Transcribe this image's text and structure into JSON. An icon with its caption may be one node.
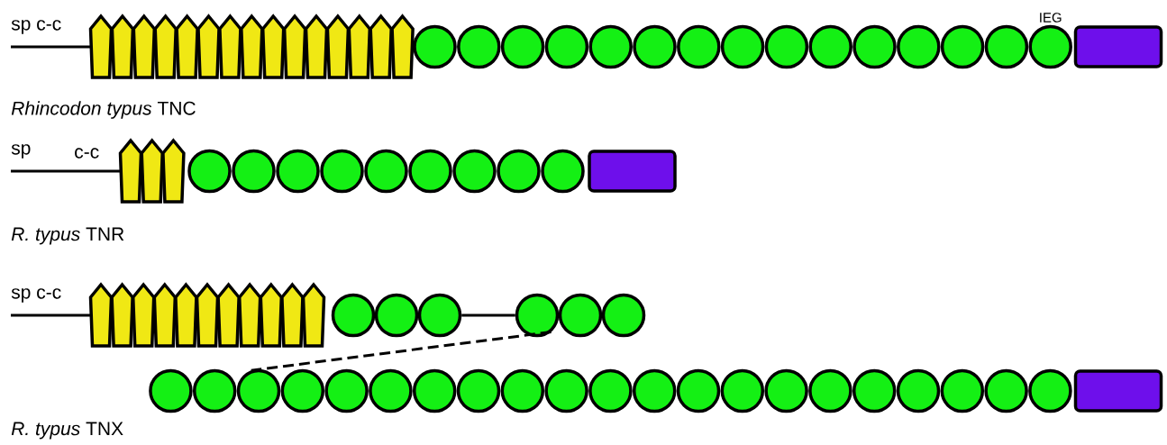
{
  "diagram": {
    "nodes": [
      {
        "text": [],
        "shape": "pentagon"
      },
      {
        "text": [],
        "shape": "pentagon"
      },
      {
        "text": [],
        "shape": "pentagon"
      },
      {
        "text": [],
        "shape": "pentagon"
      },
      {
        "text": [],
        "shape": "pentagon"
      },
      {
        "text": [],
        "shape": "pentagon"
      },
      {
        "text": [],
        "shape": "pentagon"
      },
      {
        "text": [],
        "shape": "pentagon"
      },
      {
        "text": [],
        "shape": "pentagon"
      },
      {
        "text": [],
        "shape": "pentagon"
      },
      {
        "text": [],
        "shape": "pentagon"
      },
      {
        "text": [],
        "shape": "pentagon"
      },
      {
        "text": [],
        "shape": "pentagon"
      },
      {
        "text": [],
        "shape": "pentagon"
      },
      {
        "text": [],
        "shape": "pentagon"
      },
      {
        "text": [],
        "shape": "circle"
      },
      {
        "text": [],
        "shape": "circle"
      },
      {
        "text": [],
        "shape": "circle"
      },
      {
        "text": [],
        "shape": "circle"
      },
      {
        "text": [],
        "shape": "circle"
      },
      {
        "text": [],
        "shape": "circle"
      },
      {
        "text": [],
        "shape": "circle"
      },
      {
        "text": [],
        "shape": "circle"
      },
      {
        "text": [],
        "shape": "circle"
      },
      {
        "text": [],
        "shape": "circle"
      },
      {
        "text": [],
        "shape": "circle"
      },
      {
        "text": [],
        "shape": "circle"
      },
      {
        "text": [],
        "shape": "circle"
      },
      {
        "text": [],
        "shape": "circle"
      },
      {
        "text": [],
        "shape": "circle",
        "beside": [
          "IEG"
        ]
      },
      {
        "text": [],
        "shape": "box"
      },
      {
        "text": [],
        "shape": "pentagon"
      },
      {
        "text": [],
        "shape": "pentagon"
      },
      {
        "text": [],
        "shape": "pentagon"
      },
      {
        "text": [],
        "shape": "circle"
      },
      {
        "text": [],
        "shape": "circle"
      },
      {
        "text": [],
        "shape": "circle"
      },
      {
        "text": [],
        "shape": "circle"
      },
      {
        "text": [],
        "shape": "circle"
      },
      {
        "text": [],
        "shape": "circle"
      },
      {
        "text": [],
        "shape": "circle"
      },
      {
        "text": [],
        "shape": "circle"
      },
      {
        "text": [],
        "shape": "circle"
      },
      {
        "text": [],
        "shape": "box"
      },
      {
        "text": [],
        "shape": "pentagon"
      },
      {
        "text": [],
        "shape": "pentagon"
      },
      {
        "text": [],
        "shape": "pentagon"
      },
      {
        "text": [],
        "shape": "pentagon"
      },
      {
        "text": [],
        "shape": "pentagon"
      },
      {
        "text": [],
        "shape": "pentagon"
      },
      {
        "text": [],
        "shape": "pentagon"
      },
      {
        "text": [],
        "shape": "pentagon"
      },
      {
        "text": [],
        "shape": "pentagon"
      },
      {
        "text": [],
        "shape": "pentagon"
      },
      {
        "text": [],
        "shape": "pentagon"
      },
      {
        "text": [],
        "shape": "circle"
      },
      {
        "text": [],
        "shape": "circle"
      },
      {
        "text": [],
        "shape": "circle"
      },
      {
        "text": [],
        "shape": "circle"
      },
      {
        "text": [],
        "shape": "circle"
      },
      {
        "text": [],
        "shape": "circle"
      },
      {
        "text": [],
        "shape": "circle"
      },
      {
        "text": [],
        "shape": "circle"
      },
      {
        "text": [],
        "shape": "circle"
      },
      {
        "text": [],
        "shape": "circle"
      },
      {
        "text": [],
        "shape": "circle"
      },
      {
        "text": [],
        "shape": "circle"
      },
      {
        "text": [],
        "shape": "circle"
      },
      {
        "text": [],
        "shape": "circle"
      },
      {
        "text": [],
        "shape": "circle"
      },
      {
        "text": [],
        "shape": "circle"
      },
      {
        "text": [],
        "shape": "circle"
      },
      {
        "text": [],
        "shape": "circle"
      },
      {
        "text": [],
        "shape": "circle"
      },
      {
        "text": [],
        "shape": "circle"
      },
      {
        "text": [],
        "shape": "circle"
      },
      {
        "text": [],
        "shape": "circle"
      },
      {
        "text": [],
        "shape": "circle"
      },
      {
        "text": [],
        "shape": "circle"
      },
      {
        "text": [],
        "shape": "circle"
      },
      {
        "text": [],
        "shape": "circle"
      },
      {
        "text": [],
        "shape": "circle"
      },
      {
        "text": [],
        "shape": "box"
      }
    ],
    "edges": [
      {
        "from": null,
        "to": 0,
        "arrow": "none"
      },
      {
        "from": null,
        "to": 31,
        "arrow": "none"
      },
      {
        "from": null,
        "to": 44,
        "arrow": "none"
      },
      {
        "from": 57,
        "to": 58,
        "arrow": "none"
      },
      {
        "from": 58,
        "to": 63,
        "arrow": "none",
        "style": "dashed"
      }
    ],
    "labels": [
      "sp c-c",
      "*Rhincodon typus* TNC",
      "sp",
      "c-c",
      "*R. typus* TNR",
      "sp c-c",
      "*R. typus* TNX"
    ]
  }
}
